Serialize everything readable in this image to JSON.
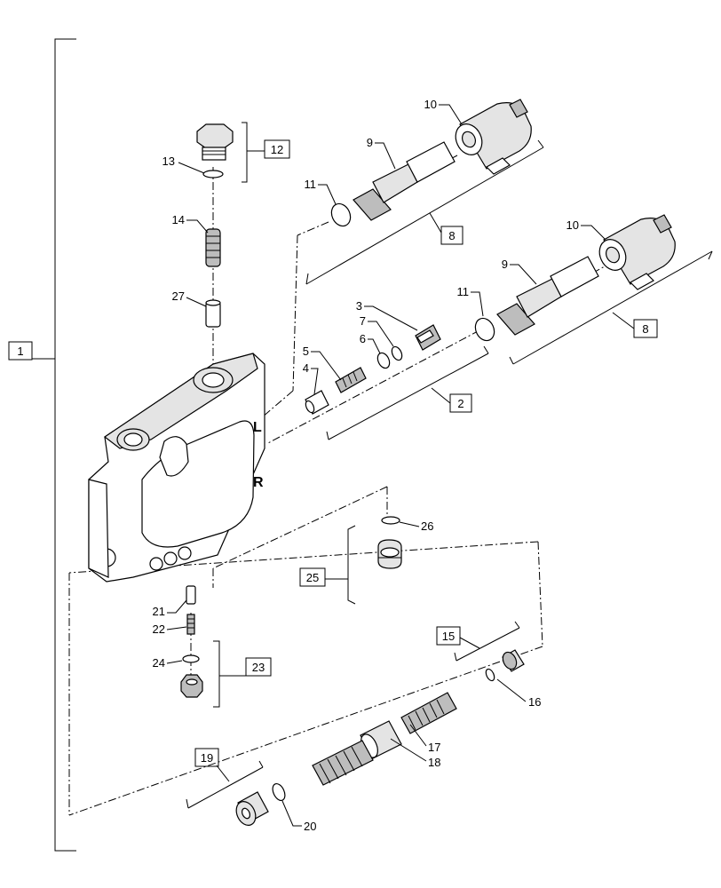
{
  "diagram": {
    "callouts": {
      "c1": "1",
      "c2": "2",
      "c3": "3",
      "c4": "4",
      "c5": "5",
      "c6": "6",
      "c7": "7",
      "c8a": "8",
      "c8b": "8",
      "c9a": "9",
      "c9b": "9",
      "c10a": "10",
      "c10b": "10",
      "c11a": "11",
      "c11b": "11",
      "c12": "12",
      "c13": "13",
      "c14": "14",
      "c15": "15",
      "c16": "16",
      "c17": "17",
      "c18": "18",
      "c19": "19",
      "c20": "20",
      "c21": "21",
      "c22": "22",
      "c23": "23",
      "c24": "24",
      "c25": "25",
      "c26": "26",
      "c27": "27"
    },
    "body_marks": {
      "left": "L",
      "right": "R"
    }
  }
}
